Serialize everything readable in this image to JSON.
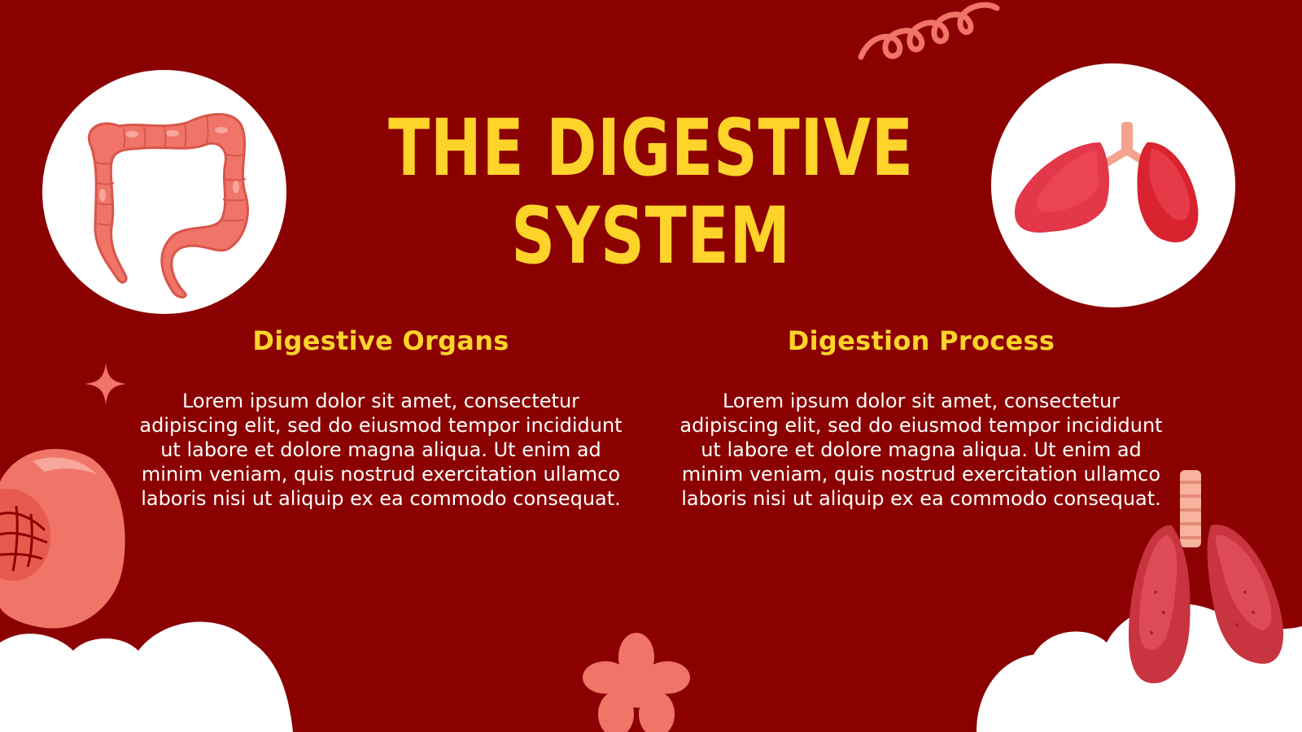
{
  "slide": {
    "title_lines": [
      "THE DIGESTIVE",
      "SYSTEM"
    ],
    "left": {
      "heading": "Digestive Organs",
      "body": "Lorem ipsum dolor sit amet, consectetur adipiscing elit, sed do eiusmod tempor incididunt ut labore et dolore magna aliqua. Ut enim ad minim veniam, quis nostrud exercitation ullamco laboris nisi ut aliquip ex ea commodo consequat."
    },
    "right": {
      "heading": "Digestion Process",
      "body": "Lorem ipsum dolor sit amet, consectetur adipiscing elit, sed do eiusmod tempor incididunt ut labore et dolore magna aliqua. Ut enim ad minim veniam, quis nostrud exercitation ullamco laboris nisi ut aliquip ex ea commodo consequat."
    }
  },
  "icons": {
    "intestine": "large-intestine-icon",
    "lungs": "lungs-icon",
    "stomach": "stomach-icon",
    "lungs_corner": "lungs-corner-icon",
    "spiral": "spiral-doodle-icon",
    "sparkle": "sparkle-icon",
    "flower": "flower-icon"
  },
  "colors": {
    "background": "#8b0000",
    "accent_yellow": "#ffd42a",
    "coral": "#f07568",
    "white": "#ffffff"
  }
}
